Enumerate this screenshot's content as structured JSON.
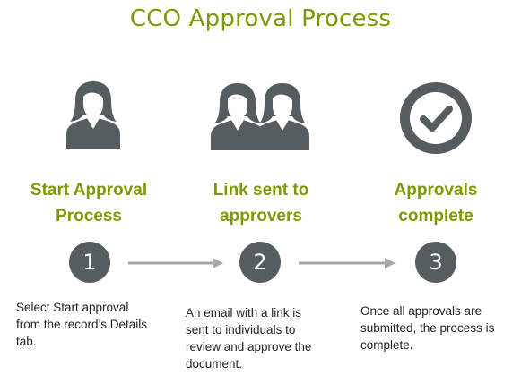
{
  "title": "CCO Approval Process",
  "accent_color": "#7a9a01",
  "icon_color": "#555d61",
  "steps": [
    {
      "number": "1",
      "icon": "person-icon",
      "title_line1": "Start Approval",
      "title_line2": "Process",
      "description": "Select Start approval\nfrom the record’s Details\ntab."
    },
    {
      "number": "2",
      "icon": "two-people-icon",
      "title_line1": "Link sent to",
      "title_line2": "approvers",
      "description": "An email with a link is\nsent to individuals to\nreview and approve the\ndocument."
    },
    {
      "number": "3",
      "icon": "checkmark-circle-icon",
      "title_line1": "Approvals",
      "title_line2": "complete",
      "description": "Once all approvals are\nsubmitted, the process is\ncomplete."
    }
  ]
}
